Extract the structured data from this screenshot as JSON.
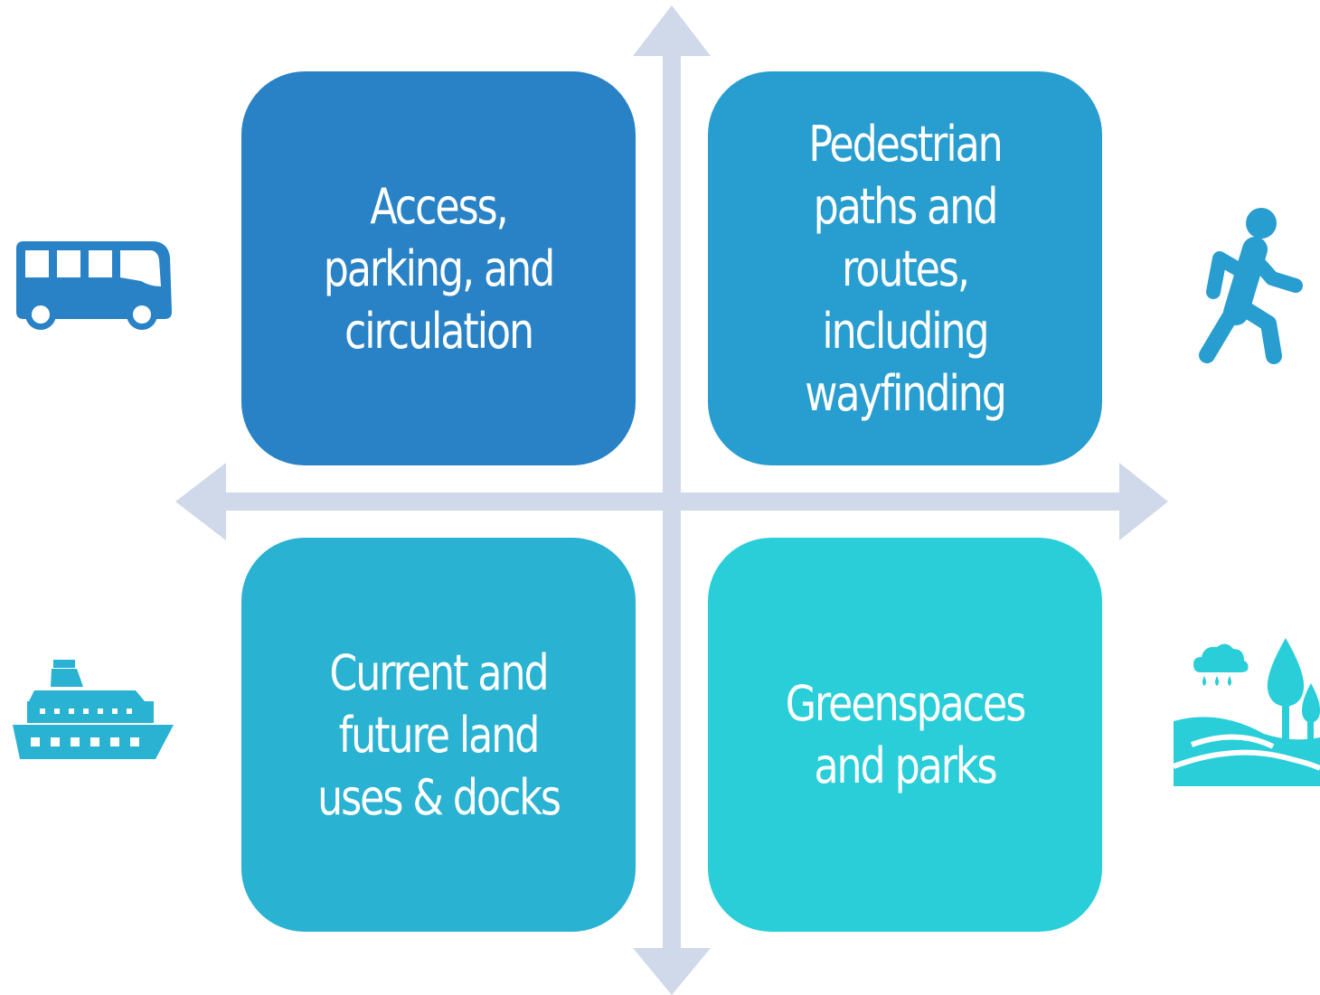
{
  "quadrants": {
    "top_left": {
      "label": "Access, parking, and circulation"
    },
    "top_right": {
      "label": "Pedestrian paths and routes, including wayfinding"
    },
    "bottom_left": {
      "label": "Current and future land uses & docks"
    },
    "bottom_right": {
      "label": "Greenspaces and parks"
    }
  },
  "icons": {
    "left_top": "bus-icon",
    "right_top": "pedestrian-icon",
    "left_bottom": "ship-icon",
    "right_bottom": "park-landscape-icon"
  },
  "colors": {
    "top_left": "#2882c5",
    "top_right": "#289dcf",
    "bottom_left": "#29b2d1",
    "bottom_right": "#29ced8",
    "axes": "#cfd9e9"
  }
}
